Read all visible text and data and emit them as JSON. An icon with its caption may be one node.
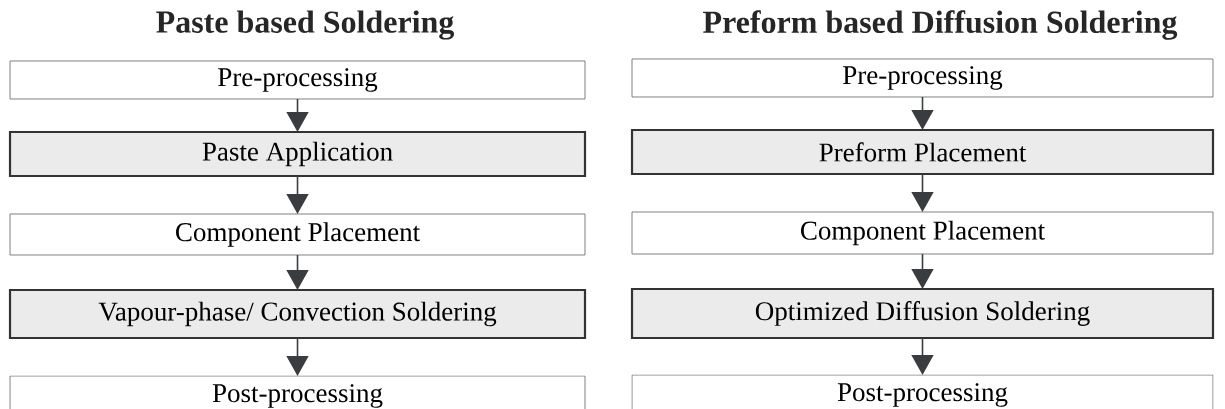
{
  "diagram": {
    "nodes": [
      {
        "text": [
          "Pre-processing"
        ]
      },
      {
        "text": [
          "Paste Application"
        ]
      },
      {
        "text": [
          "Component Placement"
        ]
      },
      {
        "text": [
          "Vapour-phase/ Convection Soldering"
        ]
      },
      {
        "text": [
          "Post-processing"
        ]
      },
      {
        "text": [
          "Pre-processing"
        ]
      },
      {
        "text": [
          "Preform Placement"
        ]
      },
      {
        "text": [
          "Component Placement"
        ]
      },
      {
        "text": [
          "Optimized Diffusion Soldering"
        ]
      },
      {
        "text": [
          "Post-processing"
        ]
      }
    ],
    "edges": [
      {
        "from": 0,
        "to": 1,
        "arrow": "to"
      },
      {
        "from": 1,
        "to": 2,
        "arrow": "to"
      },
      {
        "from": 2,
        "to": 3,
        "arrow": "to"
      },
      {
        "from": 3,
        "to": 4,
        "arrow": "to"
      },
      {
        "from": 5,
        "to": 6,
        "arrow": "to"
      },
      {
        "from": 6,
        "to": 7,
        "arrow": "to"
      },
      {
        "from": 7,
        "to": 8,
        "arrow": "to"
      },
      {
        "from": 8,
        "to": 9,
        "arrow": "to"
      }
    ],
    "labels": [
      "Paste based Soldering",
      "Preform based Diffusion Soldering"
    ]
  }
}
